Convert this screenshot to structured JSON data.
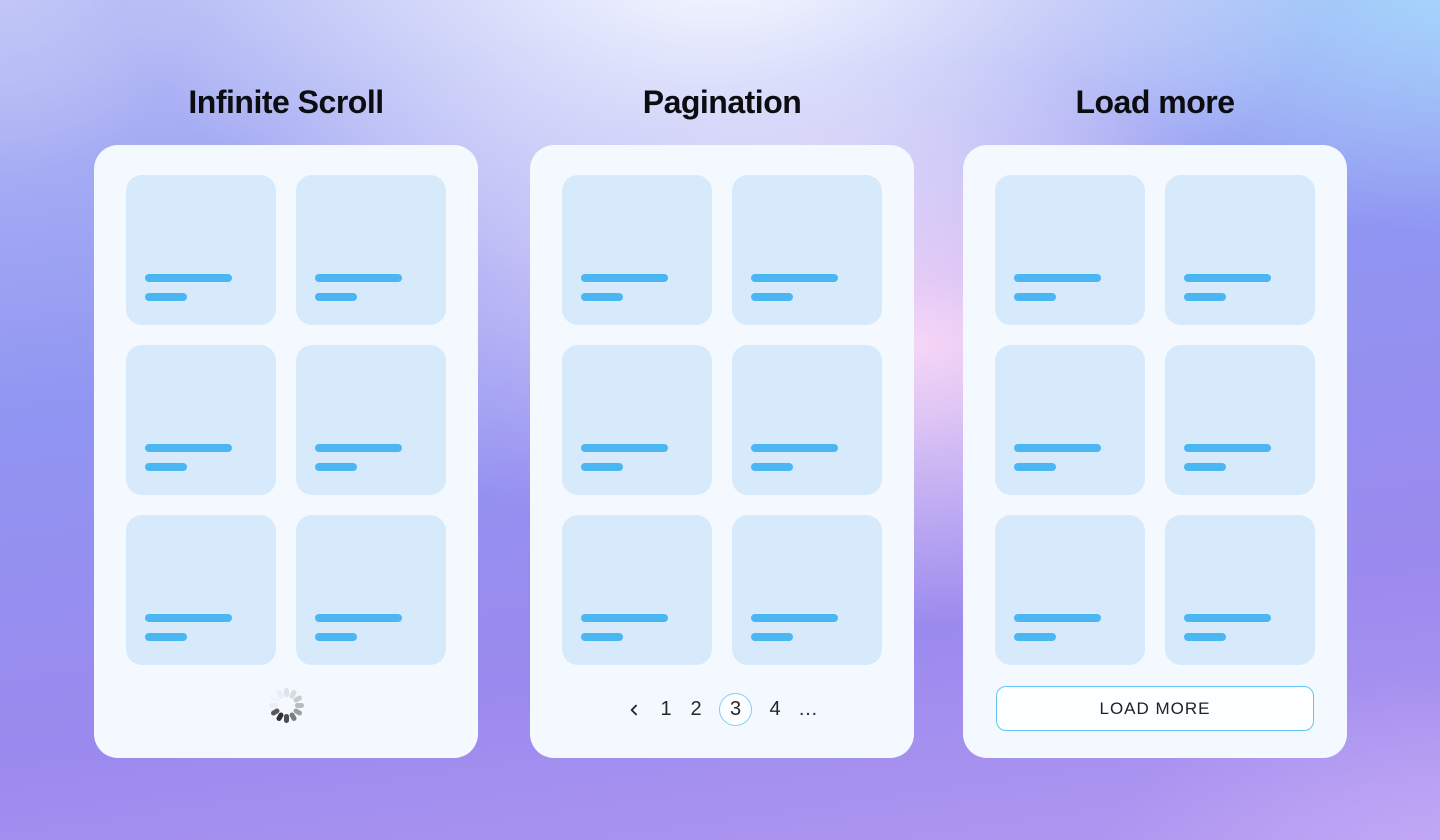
{
  "sections": [
    {
      "title": "Infinite Scroll"
    },
    {
      "title": "Pagination"
    },
    {
      "title": "Load more"
    }
  ],
  "grid": {
    "columns": 2,
    "rows": 3,
    "cards_per_panel": 6
  },
  "spinner": {
    "icon": "loading-spinner",
    "blades": 12
  },
  "pagination": {
    "prev_icon": "chevron-left",
    "pages": [
      "1",
      "2",
      "3",
      "4"
    ],
    "active_page": "3",
    "ellipsis": "…"
  },
  "load_more": {
    "label": "LOAD MORE"
  },
  "colors": {
    "panel_bg": "#f3f9fe",
    "card_bg": "#d6eafc",
    "skeleton_bar": "#4ab6f2",
    "accent_border": "#66c4f4",
    "active_page_border": "#82cdf6",
    "title_text": "#0c0d10"
  }
}
